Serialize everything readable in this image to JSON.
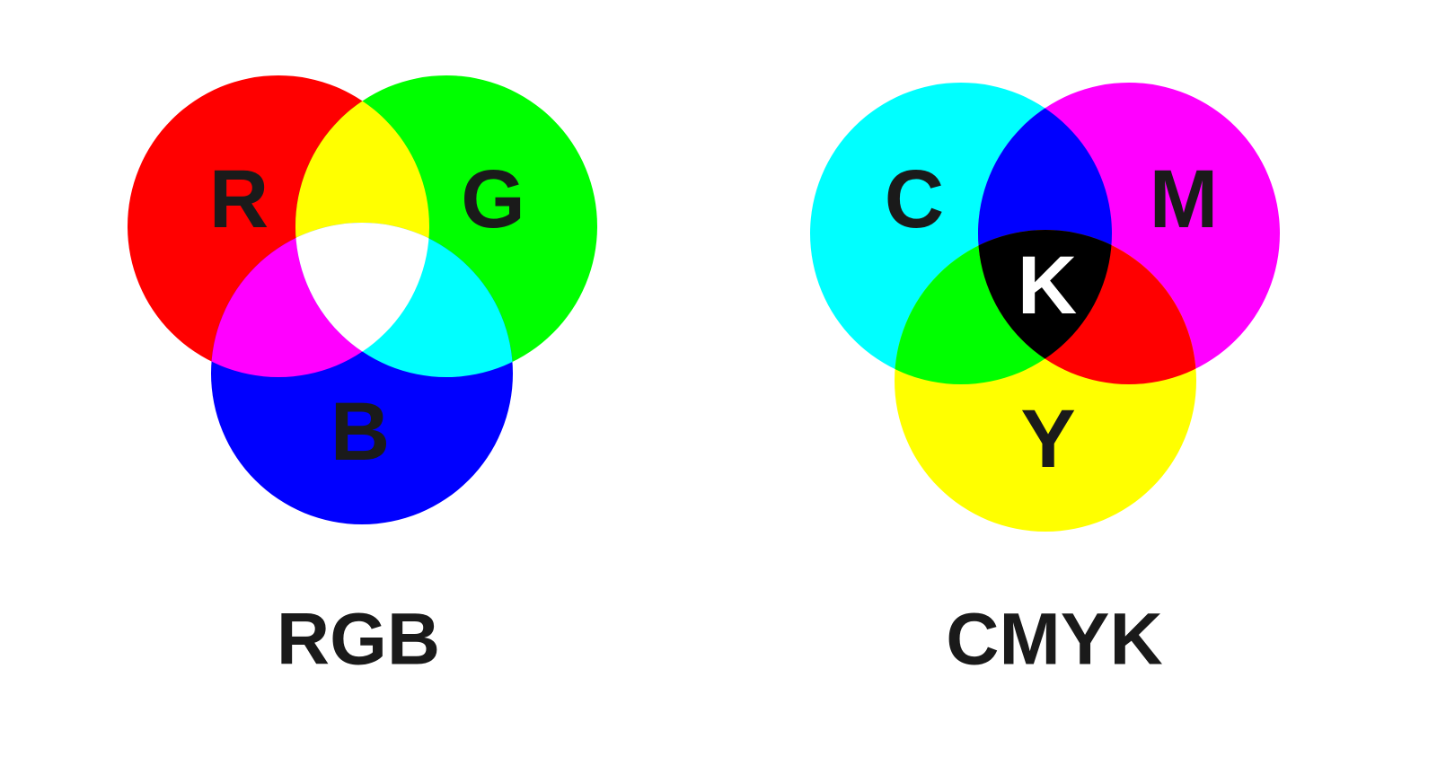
{
  "diagrams": [
    {
      "title": "RGB",
      "mixing": "additive",
      "background_color": "#ffffff",
      "circles": [
        {
          "label": "R",
          "color": "#ff0000"
        },
        {
          "label": "G",
          "color": "#00ff00"
        },
        {
          "label": "B",
          "color": "#0000ff"
        }
      ],
      "overlaps": [
        {
          "between": [
            "R",
            "G"
          ],
          "color": "#ffff00"
        },
        {
          "between": [
            "R",
            "B"
          ],
          "color": "#ff00ff"
        },
        {
          "between": [
            "G",
            "B"
          ],
          "color": "#00ffff"
        },
        {
          "between": [
            "R",
            "G",
            "B"
          ],
          "color": "#ffffff"
        }
      ]
    },
    {
      "title": "CMYK",
      "mixing": "subtractive",
      "background_color": "#ffffff",
      "circles": [
        {
          "label": "C",
          "color": "#00ffff"
        },
        {
          "label": "M",
          "color": "#ff00ff"
        },
        {
          "label": "Y",
          "color": "#ffff00"
        }
      ],
      "overlaps": [
        {
          "between": [
            "C",
            "M"
          ],
          "color": "#0000ff"
        },
        {
          "between": [
            "C",
            "Y"
          ],
          "color": "#00ff00"
        },
        {
          "between": [
            "M",
            "Y"
          ],
          "color": "#ff0000"
        },
        {
          "between": [
            "C",
            "M",
            "Y"
          ],
          "color": "#000000",
          "label": "K",
          "label_color": "#ffffff"
        }
      ]
    }
  ]
}
